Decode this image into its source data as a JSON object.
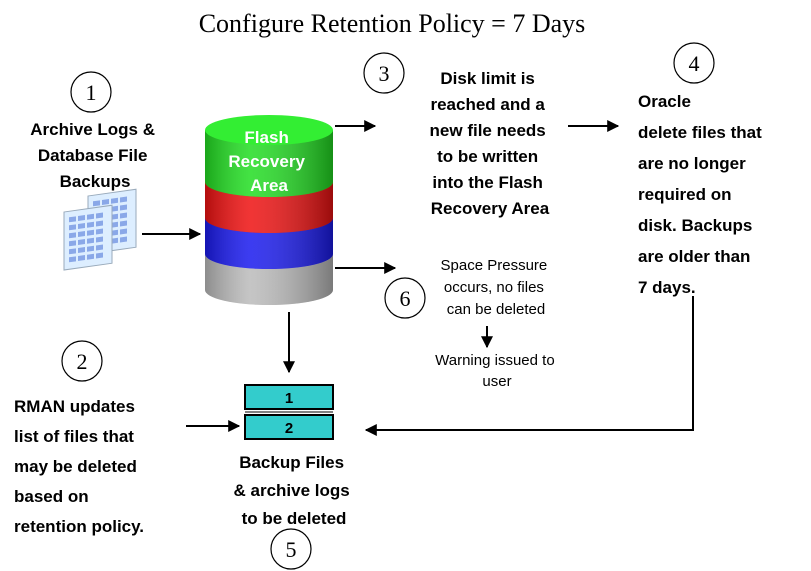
{
  "title": "Configure Retention Policy = 7 Days",
  "cylinder_label": [
    "Flash",
    "Recovery",
    "Area"
  ],
  "steps": {
    "s1": {
      "num": "1",
      "text": [
        "Archive Logs &",
        "Database File",
        "Backups"
      ]
    },
    "s2": {
      "num": "2",
      "text": [
        "RMAN updates",
        "list of files that",
        "may be deleted",
        "based on",
        "retention policy."
      ]
    },
    "s3": {
      "num": "3",
      "text": [
        "Disk limit is",
        "reached and a",
        "new file needs",
        "to be written",
        "into the Flash",
        "Recovery Area"
      ]
    },
    "s4": {
      "num": "4",
      "text": [
        "Oracle",
        "delete files that",
        "are no longer",
        "required on",
        "disk.  Backups",
        "are older than",
        "7 days."
      ]
    },
    "s5": {
      "num": "5",
      "text": [
        "Backup Files",
        "& archive logs",
        "to be deleted"
      ]
    },
    "s6": {
      "num": "6",
      "text": [
        "Space Pressure",
        "occurs, no files",
        "can be deleted"
      ]
    }
  },
  "warning": [
    "Warning issued to",
    "user"
  ],
  "backup_table": [
    "1",
    "2"
  ],
  "colors": {
    "cylinder_green": "#22dd22",
    "cylinder_red": "#ee1111",
    "cylinder_blue": "#1a1aee",
    "cylinder_gray": "#bbbbbb",
    "table_fill": "#33cccc",
    "doc_fill": "#ddeeff"
  }
}
